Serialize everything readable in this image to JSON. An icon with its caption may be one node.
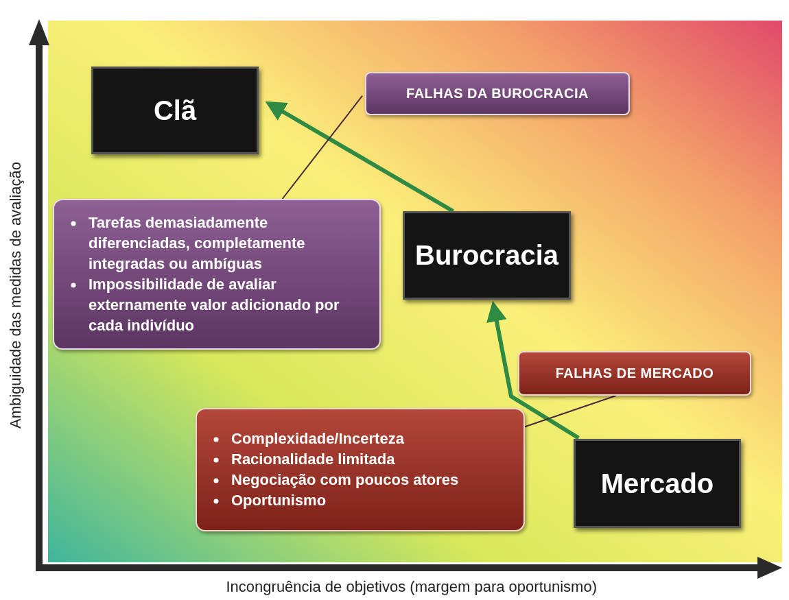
{
  "diagram": {
    "nodes": [
      {
        "text": [
          "Clã"
        ]
      },
      {
        "text": [
          "FALHAS DA BUROCRACIA"
        ]
      },
      {
        "text": [
          "Tarefas demasiadamente diferenciadas, completamente integradas ou ambíguas",
          "Impossibilidade de avaliar externamente valor adicionado por cada indivíduo"
        ]
      },
      {
        "text": [
          "Burocracia"
        ]
      },
      {
        "text": [
          "FALHAS DE MERCADO"
        ]
      },
      {
        "text": [
          "Complexidade/Incerteza",
          "Racionalidade limitada",
          "Negociação com poucos atores",
          "Oportunismo"
        ]
      },
      {
        "text": [
          "Mercado"
        ]
      }
    ],
    "edges": [
      {
        "from": 3,
        "to": 0,
        "arrow": "to",
        "style": "thick",
        "color": "#2f8a44"
      },
      {
        "from": 6,
        "to": 3,
        "arrow": "to",
        "style": "thick",
        "color": "#2f8a44"
      },
      {
        "from": 2,
        "to": 1,
        "arrow": "none",
        "color": "#4a2a3a"
      },
      {
        "from": 5,
        "to": 4,
        "arrow": "none",
        "color": "#4a2a3a"
      }
    ],
    "labels": [
      "Ambiguidade das medidas de avaliação",
      "Incongruência de objetivos (margem para oportunismo)"
    ]
  }
}
